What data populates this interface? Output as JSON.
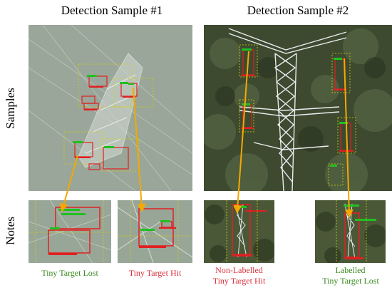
{
  "headers": {
    "sample1": "Detection Sample #1",
    "sample2": "Detection Sample #2"
  },
  "row_labels": {
    "samples": "Samples",
    "notes": "Notes"
  },
  "captions": {
    "c1": "Tiny Target Lost",
    "c2": "Tiny Target Hit",
    "c3_line1": "Non-Labelled",
    "c3_line2": "Tiny Target Hit",
    "c4_line1": "Labelled",
    "c4_line2": "Tiny Target Lost"
  },
  "colors": {
    "green_caption": "#3a8a1f",
    "red_caption": "#d8323c",
    "arrow": "#f5a800",
    "box_red": "#e02020",
    "box_green": "#20c020",
    "box_yellow": "#d8d000"
  }
}
